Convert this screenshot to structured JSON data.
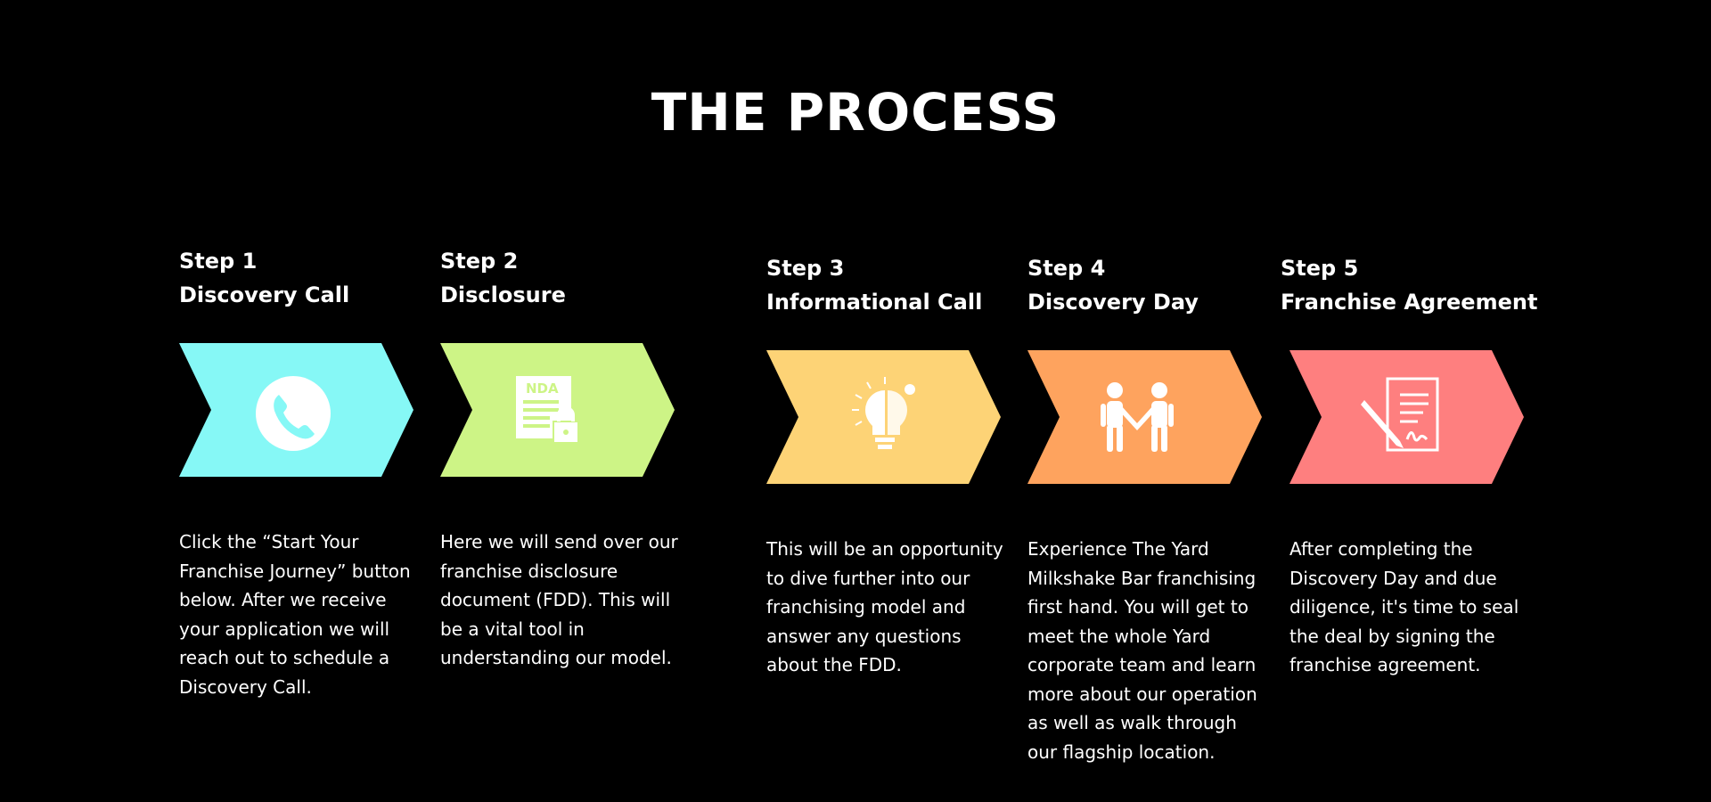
{
  "title": "THE PROCESS",
  "steps": [
    {
      "step": "Step 1",
      "name": "Discovery Call",
      "icon": "phone-icon",
      "color": "#86F8F6",
      "description": "Click the “Start Your Franchise Journey” button below. After we receive your application we will reach out to schedule a Discovery Call."
    },
    {
      "step": "Step 2",
      "name": "Disclosure",
      "icon": "nda-document-icon",
      "color": "#CDF486",
      "description": "Here we will send over our franchise disclosure document (FDD). This will be a vital tool in understanding our model."
    },
    {
      "step": "Step 3",
      "name": "Informational Call",
      "icon": "lightbulb-puzzle-icon",
      "color": "#FDD376",
      "description": "This will be an opportunity to dive further into our franchising model and answer any questions about the FDD."
    },
    {
      "step": "Step 4",
      "name": "Discovery Day",
      "icon": "handshake-people-icon",
      "color": "#FEA35E",
      "description": "Experience The Yard Milkshake Bar franchising first hand. You will get to meet the whole Yard corporate team and learn more about our operation as well as walk through our flagship location."
    },
    {
      "step": "Step 5",
      "name": "Franchise Agreement",
      "icon": "signing-contract-icon",
      "color": "#FE7F7F",
      "description": "After completing the Discovery Day and due diligence, it's time to seal the deal by signing the franchise agreement."
    }
  ]
}
